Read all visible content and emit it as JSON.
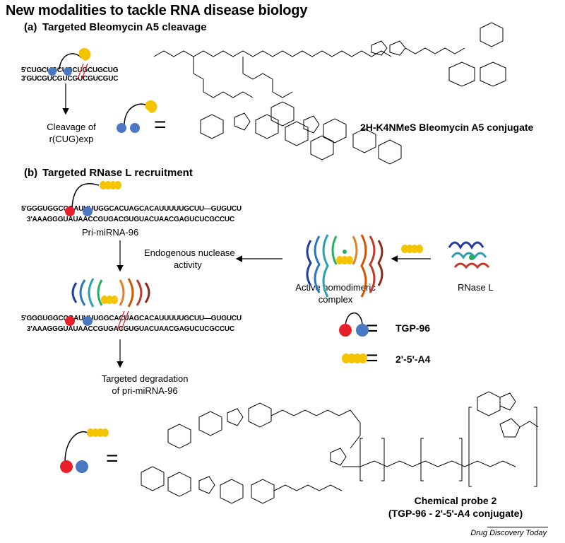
{
  "title": "New modalities to tackle RNA disease biology",
  "panel_a": {
    "label": "(a)",
    "heading": "Targeted Bleomycin A5 cleavage",
    "rna_top": "5'CUGCUGCUGCUGCUGCUG",
    "rna_bottom": "3'GUCGUCGUCGUCGUCGUC",
    "cleavage_label_line1": "Cleavage of",
    "cleavage_label_line2": "r(CUG)exp",
    "equals": "=",
    "conjugate_name": "2H-K4NMeS Bleomycin A5 conjugate"
  },
  "panel_b": {
    "label": "(b)",
    "heading": "Targeted RNase L recruitment",
    "rna_top": "5'GGGUGGCCGAUUUUGGCACUAGCACAUUUUUGCUU—GUGUCU",
    "rna_bottom": "3'AAAGGGUAUAACCGUGACGUGUACUAACGAGUCUCGCCUC",
    "pri_mirna_label": "Pri-miRNA-96",
    "endogenous_label_line1": "Endogenous nuclease",
    "endogenous_label_line2": "activity",
    "active_complex_line1": "Active homodimeric",
    "active_complex_line2": "complex",
    "rnase_l_label": "RNase L",
    "legend_equals": "=",
    "tgp_label": "TGP-96",
    "a4_label": "2'-5'-A4",
    "degradation_line1": "Targeted degradation",
    "degradation_line2": "of pri-miRNA-96",
    "probe_equals": "=",
    "probe_line1": "Chemical probe 2",
    "probe_line2": "(TGP-96 - 2'-5'-A4 conjugate)"
  },
  "colors": {
    "red_ligand": "#e8202a",
    "blue_ligand": "#4a78c2",
    "yellow_ligand": "#f5c400",
    "cut_red": "#e8202a"
  },
  "footer": "Drug Discovery Today"
}
